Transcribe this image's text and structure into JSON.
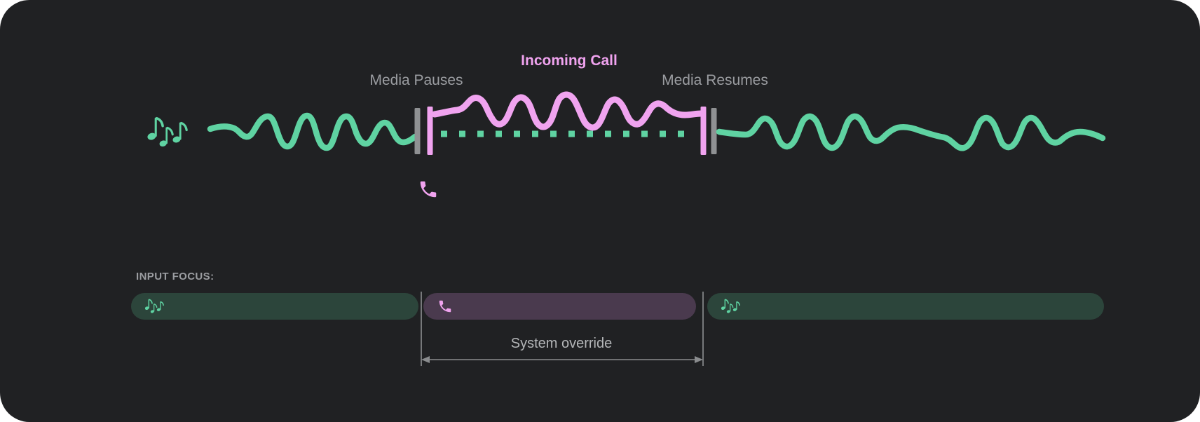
{
  "colors": {
    "page_bg": "#ffffff",
    "panel_bg": "#202123",
    "media_green": "#5fd3a2",
    "media_track_bg": "#2c453b",
    "call_pink": "#f0a3ef",
    "call_track_bg": "#4a3a4e",
    "marker_gray": "#8f9193",
    "label_gray": "#9b9da1",
    "override_text_gray": "#b4b6b8",
    "guide_line_gray": "#77797b",
    "arrow_gray": "#8a8c8e"
  },
  "timeline": {
    "media_pauses_label": "Media Pauses",
    "incoming_call_label": "Incoming Call",
    "media_resumes_label": "Media Resumes"
  },
  "input_focus": {
    "heading": "INPUT FOCUS:",
    "override_label": "System override",
    "segments": [
      {
        "name": "media-before-call",
        "icon": "music-notes-icon"
      },
      {
        "name": "incoming-call",
        "icon": "phone-icon"
      },
      {
        "name": "media-after-call",
        "icon": "music-notes-icon"
      }
    ]
  }
}
